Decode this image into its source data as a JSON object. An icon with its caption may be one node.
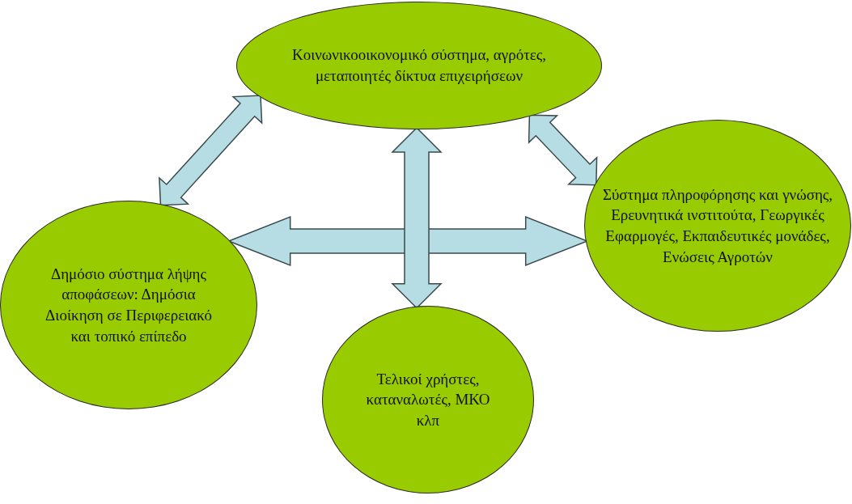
{
  "diagram": {
    "nodes": [
      {
        "text": [
          "Κοινωνικοοικονομικό σύστημα, αγρότες, μεταποιητές δίκτυα επιχειρήσεων"
        ]
      },
      {
        "text": [
          "Σύστημα πληροφόρησης και γνώσης, Ερευνητικά ινστιτούτα, Γεωργικές Εφαρμογές, Εκπαιδευτικές μονάδες, Ενώσεις Αγροτών"
        ]
      },
      {
        "text": [
          "Δημόσιο σύστημα λήψης αποφάσεων: Δημόσια Διοίκηση σε Περιφερειακό και τοπικό επίπεδο"
        ]
      },
      {
        "text": [
          "Τελικοί χρήστες, καταναλωτές, ΜΚΟ κλπ"
        ]
      }
    ],
    "edges": [
      {
        "from": 2,
        "to": 0,
        "arrow": "both"
      },
      {
        "from": 0,
        "to": 1,
        "arrow": "both"
      },
      {
        "from": 2,
        "to": 1,
        "arrow": "both"
      },
      {
        "from": 0,
        "to": 3,
        "arrow": "both"
      }
    ]
  }
}
